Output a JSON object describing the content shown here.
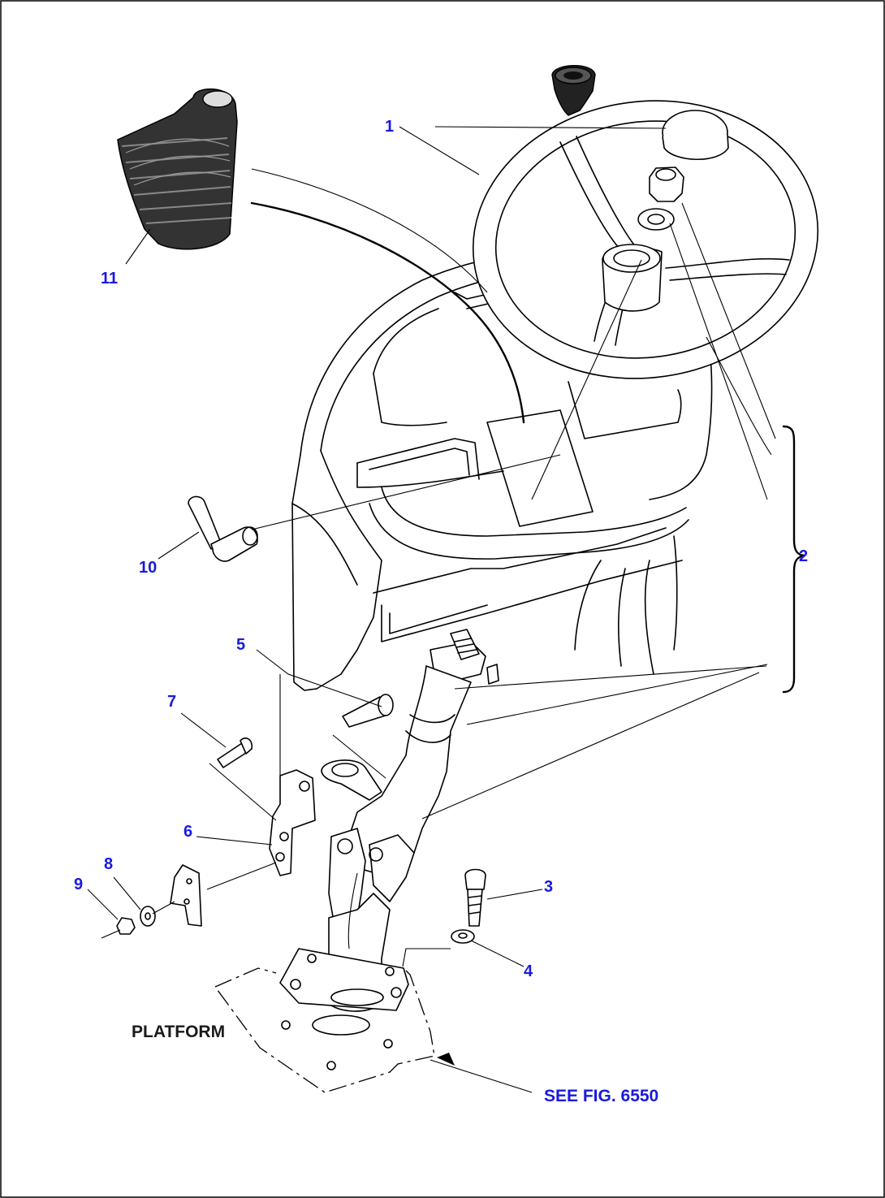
{
  "diagram": {
    "callouts": {
      "c1": "1",
      "c2": "2",
      "c3": "3",
      "c4": "4",
      "c5": "5",
      "c6": "6",
      "c7": "7",
      "c8": "8",
      "c9": "9",
      "c10": "10",
      "c11": "11"
    },
    "platform_label": "PLATFORM",
    "see_figure_label": "SEE FIG. 6550",
    "colors": {
      "callout_text": "#1a1adc",
      "line_art": "#000000",
      "background": "#ffffff"
    }
  }
}
